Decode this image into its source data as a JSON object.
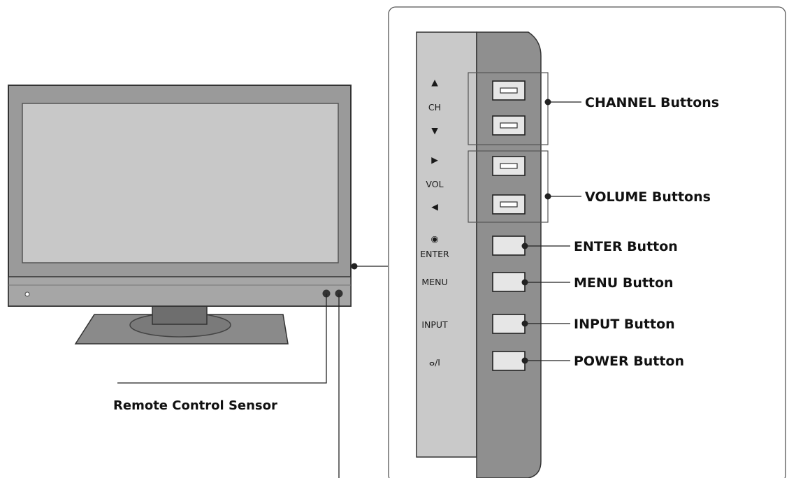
{
  "panel": {
    "labels": {
      "ch_up": "▲",
      "ch": "CH",
      "ch_down": "▼",
      "vol_up": "▶",
      "vol": "VOL",
      "vol_down": "◀",
      "enter_symbol": "◉",
      "enter": "ENTER",
      "menu": "MENU",
      "input": "INPUT",
      "power": "ⴰ/I"
    }
  },
  "callouts": {
    "channel": "CHANNEL Buttons",
    "volume": "VOLUME Buttons",
    "enter": "ENTER Button",
    "menu": "MENU Button",
    "input": "INPUT Button",
    "power": "POWER Button"
  },
  "tv": {
    "remote_sensor": "Remote Control Sensor"
  },
  "colors": {
    "panel_front": "#c9c9c9",
    "panel_side": "#8f8f8f",
    "tv_frame": "#9a9a9a",
    "tv_screen": "#c8c8c8",
    "stand": "#8a8a8a",
    "line": "#222222"
  }
}
